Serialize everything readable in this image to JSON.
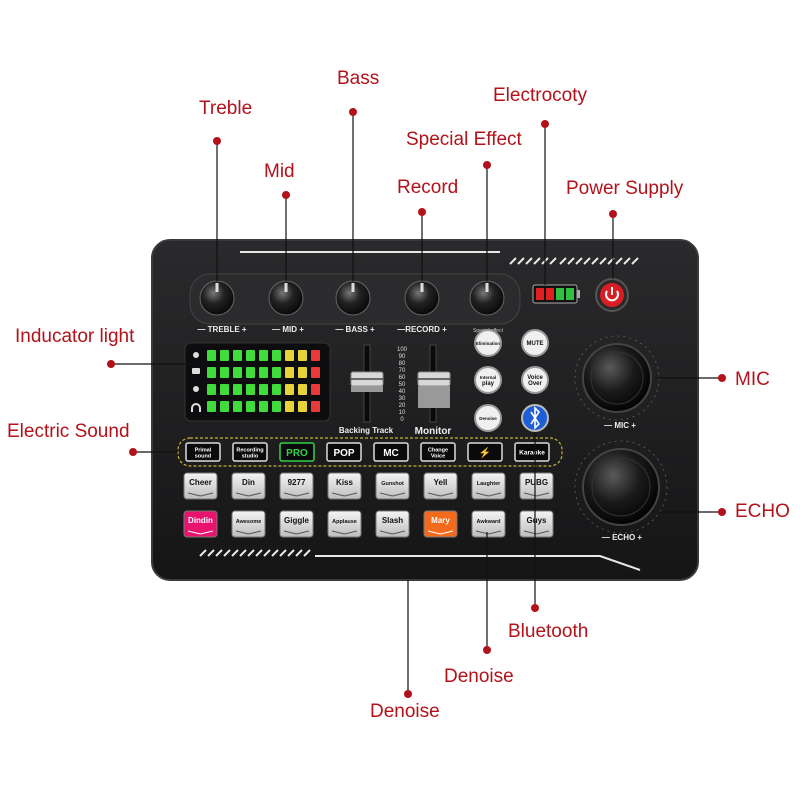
{
  "callouts": {
    "treble": "Treble",
    "mid": "Mid",
    "bass": "Bass",
    "record": "Record",
    "special_effect": "Special Effect",
    "electrocoty": "Electrocoty",
    "power_supply": "Power Supply",
    "indicator_light": "Inducator light",
    "electric_sound": "Electric Sound",
    "mic": "MIC",
    "echo": "ECHO",
    "bluetooth": "Bluetooth",
    "denoise_1": "Denoise",
    "denoise_2": "Denoise"
  },
  "knob_labels": {
    "treble": "— TREBLE +",
    "mid": "— MID +",
    "bass": "— BASS +",
    "record": "—RECORD +",
    "special": "Special effect"
  },
  "mixer": {
    "slider_scale": [
      "100",
      "90",
      "80",
      "70",
      "60",
      "50",
      "40",
      "30",
      "20",
      "10",
      "0"
    ],
    "backing_track": "Backing Track",
    "monitor": "Monitor",
    "round_buttons": [
      "Elimination",
      "MUTE",
      "Internal play",
      "Voice Over",
      "Denoise"
    ],
    "mic_label": "— MIC +",
    "echo_label": "— ECHO +"
  },
  "mode_buttons": [
    "Primal sound",
    "Recording studio",
    "PRO",
    "POP",
    "MC",
    "Change Voice",
    "⚡",
    "Karaoke"
  ],
  "pad_row1": [
    "Cheer",
    "Din",
    "9277",
    "Kiss",
    "Gunshot",
    "Yell",
    "Laughter",
    "PUBG"
  ],
  "pad_row2": [
    "Dindin",
    "Awesome",
    "Giggle",
    "Applause",
    "Slash",
    "Mary",
    "Awkward",
    "Guys"
  ],
  "colors": {
    "accent": "#b3121a",
    "body": "#1b1b1d",
    "pad_pink": "#e8136f",
    "pad_orange": "#f26a1b",
    "pro_green": "#35d14a"
  }
}
